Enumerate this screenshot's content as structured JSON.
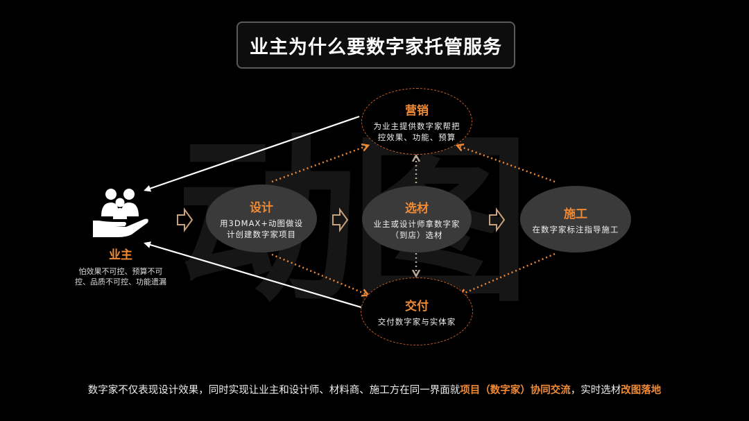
{
  "title": "业主为什么要数字家托管服务",
  "watermark": "动图",
  "owner": {
    "label": "业主",
    "desc": "怕效果不可控、预算不可控、品质不可控、功能遗漏"
  },
  "nodes": {
    "marketing": {
      "title": "营销",
      "desc": "为业主提供数字家帮把控效果、功能、预算"
    },
    "design": {
      "title": "设计",
      "desc": "用3DMAX+动图做设计创建数字家项目"
    },
    "material": {
      "title": "选材",
      "desc": "业主或设计师拿数字家（到店）选材"
    },
    "construction": {
      "title": "施工",
      "desc": "在数字家标注指导施工"
    },
    "delivery": {
      "title": "交付",
      "desc": "交付数字家与实体家"
    }
  },
  "footer": {
    "part1": "数字家不仅表现设计效果，同时实现让业主和设计师、材料商、施工方在同一界面就",
    "highlight1": "项目（数字家）协同交流",
    "part2": "，实时选材",
    "highlight2": "改图落地"
  },
  "colors": {
    "accent": "#f08a35",
    "dash": "#c8602a",
    "solid_node": "#3a3a3a"
  }
}
